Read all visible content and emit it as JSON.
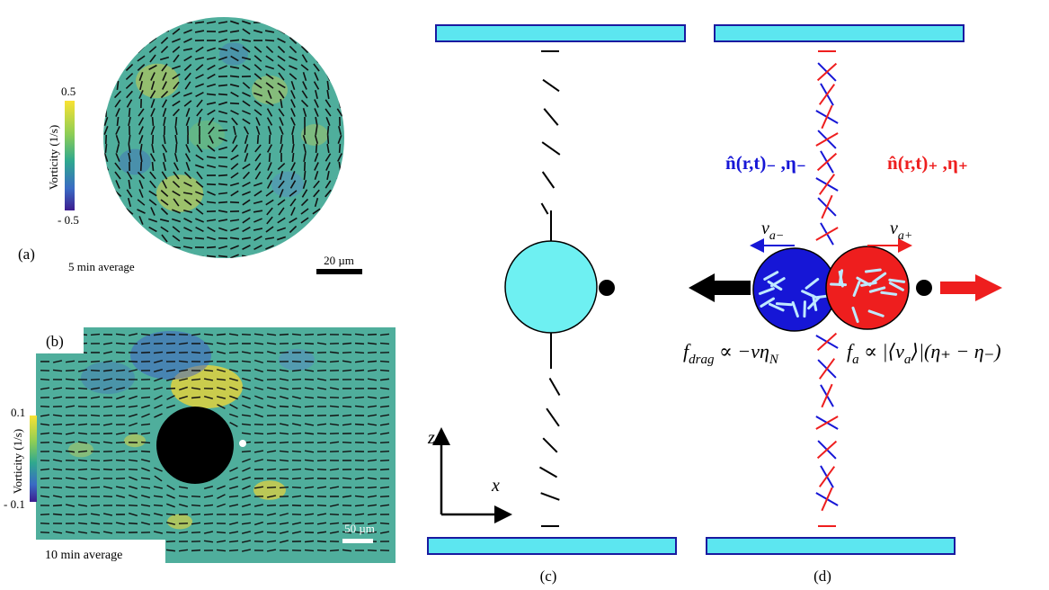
{
  "panel_a": {
    "label": "(a)",
    "colorbar_title": "Vorticity (1/s)",
    "colorbar_max": "0.5",
    "colorbar_min": "- 0.5",
    "caption": "5 min average",
    "scalebar": "20 µm"
  },
  "panel_b": {
    "label": "(b)",
    "colorbar_title": "Vorticity (1/s)",
    "colorbar_max": "0.1",
    "colorbar_min": "- 0.1",
    "caption": "10 min average",
    "scalebar": "50 µm"
  },
  "panel_c": {
    "label": "(c)",
    "axis_z": "z",
    "axis_x": "x"
  },
  "panel_d": {
    "label": "(d)",
    "director_minus": "n̂(r,t)₋ ,η₋",
    "director_plus": "n̂(r,t)₊ ,η₊",
    "velocity_minus": "v",
    "velocity_minus_sub": "a−",
    "velocity_plus": "v",
    "velocity_plus_sub": "a+",
    "drag_force": "f",
    "drag_sub": "drag",
    "drag_rhs": " ∝ −νη",
    "drag_rhs_sub": "N",
    "active_force": "f",
    "active_sub": "a",
    "active_rhs": " ∝ |⟨v",
    "active_rhs_sub": "a",
    "active_rhs_tail": "⟩|(η₊ − η₋)"
  },
  "colors": {
    "plate_fill": "#5ce6f0",
    "plate_stroke": "#1a1aa0",
    "inclusion_cyan": "#6ef0f2",
    "blue_side": "#1616d6",
    "red_side": "#ee1e1e",
    "field_base": "#4fae9c",
    "field_hot": "#e9d33a",
    "field_cold": "#3f59c8"
  }
}
